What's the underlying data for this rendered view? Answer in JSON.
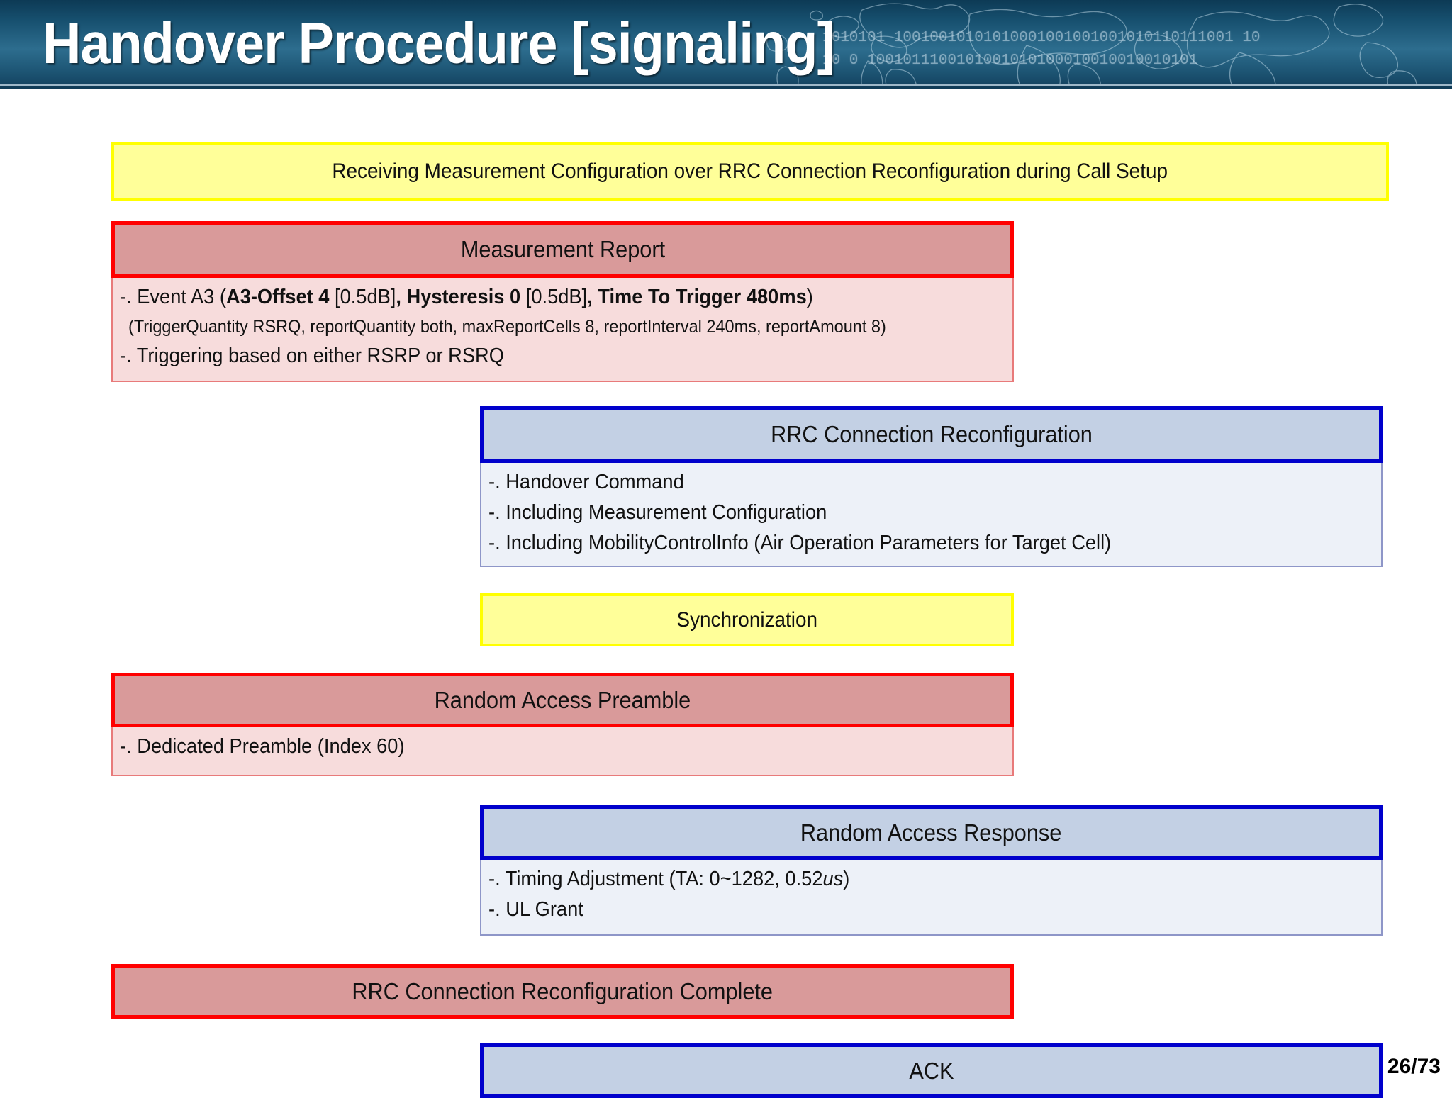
{
  "header": {
    "title": "Handover Procedure [signaling]",
    "binary_row1": "1010101 10010010101010001001001001010110111001 10",
    "binary_row2": "10 0 1001011100101001010100010010010010101",
    "colors": {
      "bg_dark": "#0d3a55",
      "bg_light": "#2d6d8e",
      "title": "#ffffff"
    }
  },
  "slide": {
    "steps": [
      {
        "id": "call-setup",
        "kind": "yellow",
        "align": "left-wide",
        "title": "Receiving Measurement Configuration over RRC Connection Reconfiguration during Call Setup",
        "details": []
      },
      {
        "id": "measurement-report",
        "kind": "red",
        "align": "left",
        "title": "Measurement Report",
        "details": [
          {
            "type": "line",
            "html": "-. Event A3 (<b>A3-Offset 4</b> [0.5dB]<b>, Hysteresis 0</b> [0.5dB]<b>, Time To Trigger 480ms</b>)"
          },
          {
            "type": "sub",
            "html": "(TriggerQuantity RSRQ, reportQuantity both, maxReportCells 8, reportInterval 240ms, reportAmount 8)"
          },
          {
            "type": "line",
            "html": "-. Triggering based on either RSRP or RSRQ"
          }
        ]
      },
      {
        "id": "rrc-connection-reconfiguration",
        "kind": "blue",
        "align": "right",
        "title": "RRC Connection Reconfiguration",
        "details": [
          {
            "type": "line",
            "html": "-. Handover Command"
          },
          {
            "type": "line",
            "html": "-. Including Measurement Configuration"
          },
          {
            "type": "line",
            "html": "-. Including MobilityControlInfo (Air Operation Parameters for Target Cell)"
          }
        ]
      },
      {
        "id": "synchronization",
        "kind": "yellow",
        "align": "center",
        "title": "Synchronization",
        "details": []
      },
      {
        "id": "random-access-preamble",
        "kind": "red",
        "align": "left",
        "title": "Random Access Preamble",
        "details": [
          {
            "type": "line",
            "html": "-. Dedicated Preamble (Index 60)"
          }
        ]
      },
      {
        "id": "random-access-response",
        "kind": "blue",
        "align": "right",
        "title": "Random Access Response",
        "details": [
          {
            "type": "line",
            "html": "-. Timing Adjustment (TA: 0~1282, 0.52<i>us</i>)"
          },
          {
            "type": "line",
            "html": "-. UL Grant"
          }
        ]
      },
      {
        "id": "rrc-connection-reconfiguration-complete",
        "kind": "red",
        "align": "left",
        "title": "RRC Connection Reconfiguration Complete",
        "details": []
      },
      {
        "id": "ack",
        "kind": "blue",
        "align": "right",
        "title": "ACK",
        "details": []
      }
    ],
    "page_number": "26/73",
    "colors": {
      "yellow_border": "#FFFF00",
      "yellow_fill": "#FFFF99",
      "red_border": "#FF0000",
      "red_head_fill": "#D99A9A",
      "red_body_fill": "#F7DCDC",
      "blue_border": "#0000CC",
      "blue_head_fill": "#C3D0E4",
      "blue_body_fill": "#EDF1F8"
    }
  }
}
